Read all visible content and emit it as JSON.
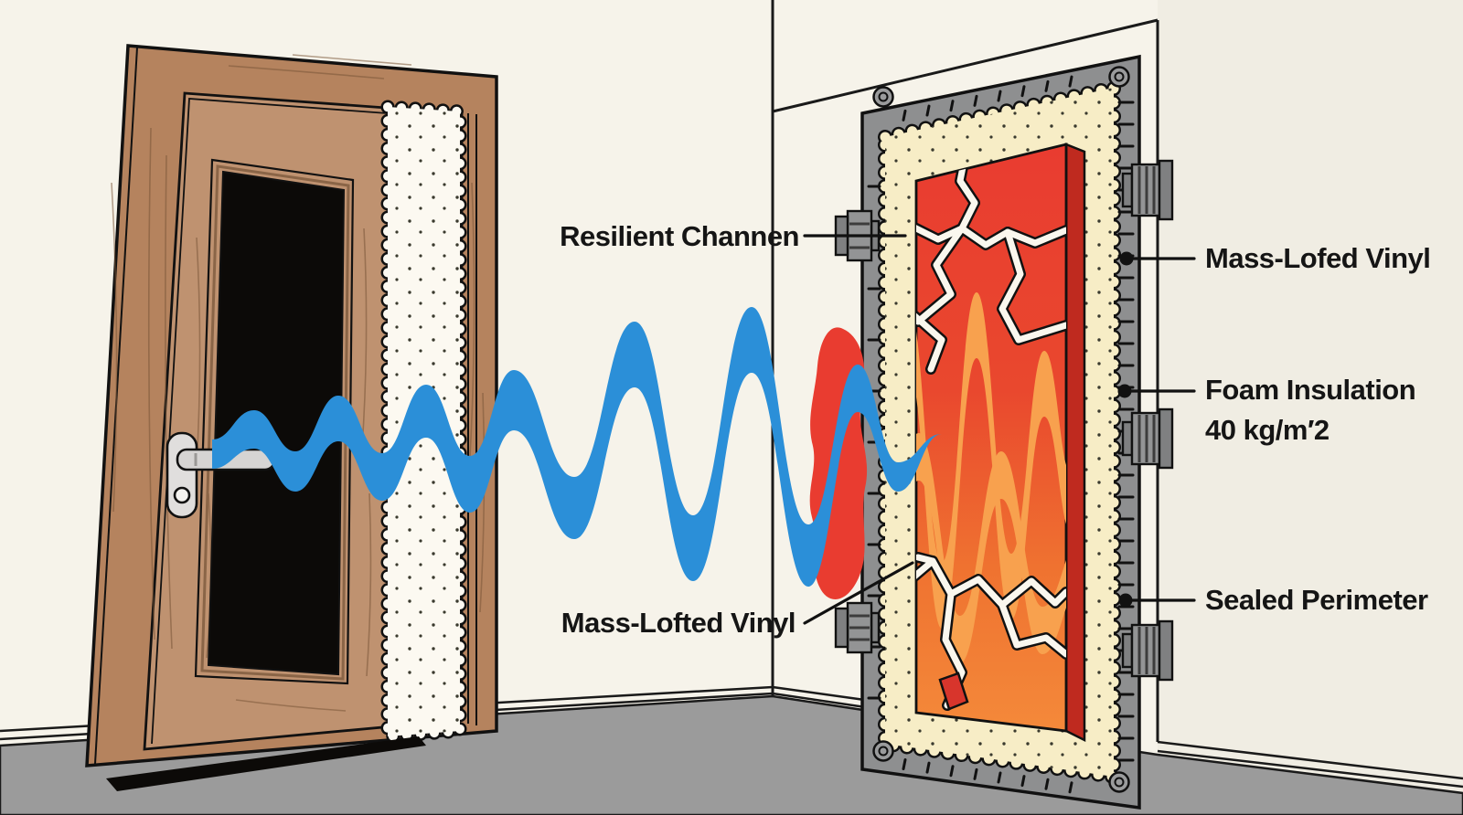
{
  "diagram": {
    "subject": "door-soundproofing-cross-section",
    "labels": {
      "resilient_channel": "Resilient Channen",
      "mass_lofted_vinyl_left": "Mass-Lofted Vinyl",
      "mass_lofed_vinyl_right": "Mass-Lofed Vinyl",
      "foam_insulation_line1": "Foam Insulation",
      "foam_insulation_line2": "40 kg/m′2",
      "sealed_perimeter": "Sealed Perimeter"
    }
  },
  "colors": {
    "wall": "#f6f3ea",
    "wall_right": "#f0ede3",
    "floor": "#9b9b9b",
    "ink": "#151515",
    "wave_blue": "#2b8fd8",
    "slab_red": "#e93c30",
    "slab_orange": "#f4893a",
    "slab_side_red": "#bf2a1f",
    "flame_orange": "#f8a14e",
    "panel_foam": "#f7edc6",
    "frame_gray": "#8e8f90",
    "door_wood": "#b5835e",
    "door_wood_light": "#bf9270",
    "door_window": "#0c0a08",
    "weatherstrip_white": "#fcf9f1",
    "crack_white": "#faf7ee"
  }
}
